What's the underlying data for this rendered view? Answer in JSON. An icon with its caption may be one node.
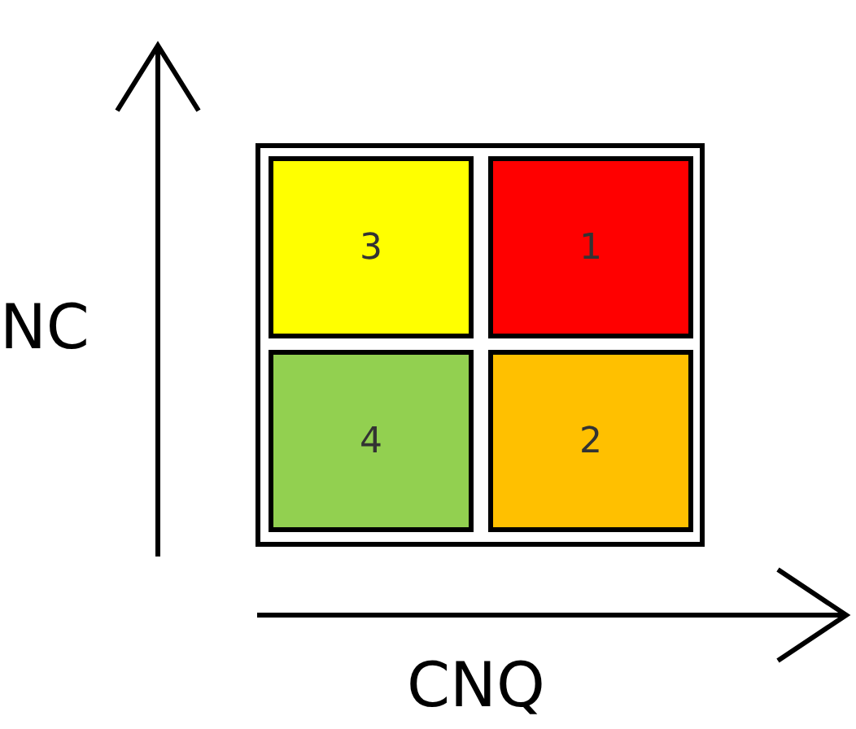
{
  "diagram": {
    "nodes": [
      {
        "text": [],
        "shape": "box"
      },
      {
        "text": [
          "3"
        ],
        "in": 0
      },
      {
        "text": [
          "1"
        ],
        "in": 0
      },
      {
        "text": [
          "4"
        ],
        "in": 0
      },
      {
        "text": [
          "2"
        ],
        "in": 0
      }
    ],
    "labels": [
      "NC",
      "CNQ"
    ]
  }
}
